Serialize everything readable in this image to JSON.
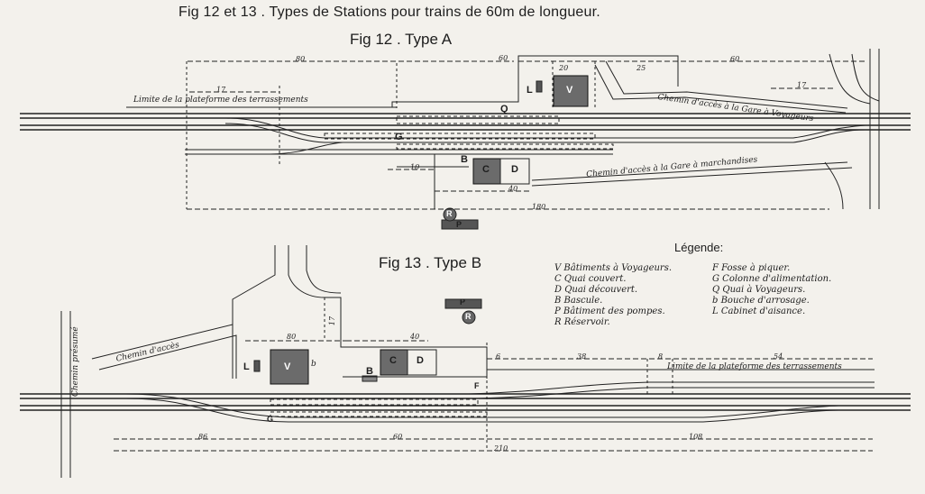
{
  "title": "Fig 12 et 13 . Types de Stations pour trains de 60m de longueur.",
  "figures": {
    "fig12": "Fig 12 . Type A",
    "fig13": "Fig 13 . Type B"
  },
  "type_a": {
    "limit_label": "Limite de la plateforme des terrassements",
    "road_voyageurs": "Chemin d'accès à la Gare à Voyageurs",
    "road_marchandises": "Chemin d'accès à la Gare à marchandises",
    "buildings": {
      "L": "L",
      "V": "V",
      "Q": "Q",
      "G": "G",
      "C": "C",
      "D": "D",
      "B": "B",
      "R": "R",
      "P": "P"
    },
    "dims": {
      "d80": "80",
      "d60": "60",
      "d20": "20",
      "d25": "25",
      "d60b": "60",
      "d17": "17",
      "d17b": "17",
      "d40": "40",
      "d180": "180",
      "d10": "10"
    }
  },
  "type_b": {
    "limit_label": "Limite de la plateforme des terrassements",
    "road_acces": "Chemin d'accès",
    "chemin_presume": "Chemin présumé",
    "buildings": {
      "L": "L",
      "V": "V",
      "b": "b",
      "C": "C",
      "D": "D",
      "B": "B",
      "P": "P",
      "R": "R",
      "F": "F",
      "G": "G"
    },
    "dims": {
      "d80": "80",
      "d40": "40",
      "d6": "6",
      "d38": "38",
      "d8": "8",
      "d54": "54",
      "d17": "17",
      "d86": "86",
      "d60": "60",
      "d108": "108",
      "d210": "210"
    }
  },
  "legend": {
    "title": "Légende:",
    "items_left": [
      "V  Bâtiments à Voyageurs.",
      "C  Quai couvert.",
      "D  Quai découvert.",
      "B  Bascule.",
      "P  Bâtiment des pompes.",
      "R  Réservoir."
    ],
    "items_right": [
      "F  Fosse à piquer.",
      "G  Colonne d'alimentation.",
      "Q  Quai à Voyageurs.",
      "b  Bouche d'arrosage.",
      "L  Cabinet d'aisance."
    ]
  }
}
